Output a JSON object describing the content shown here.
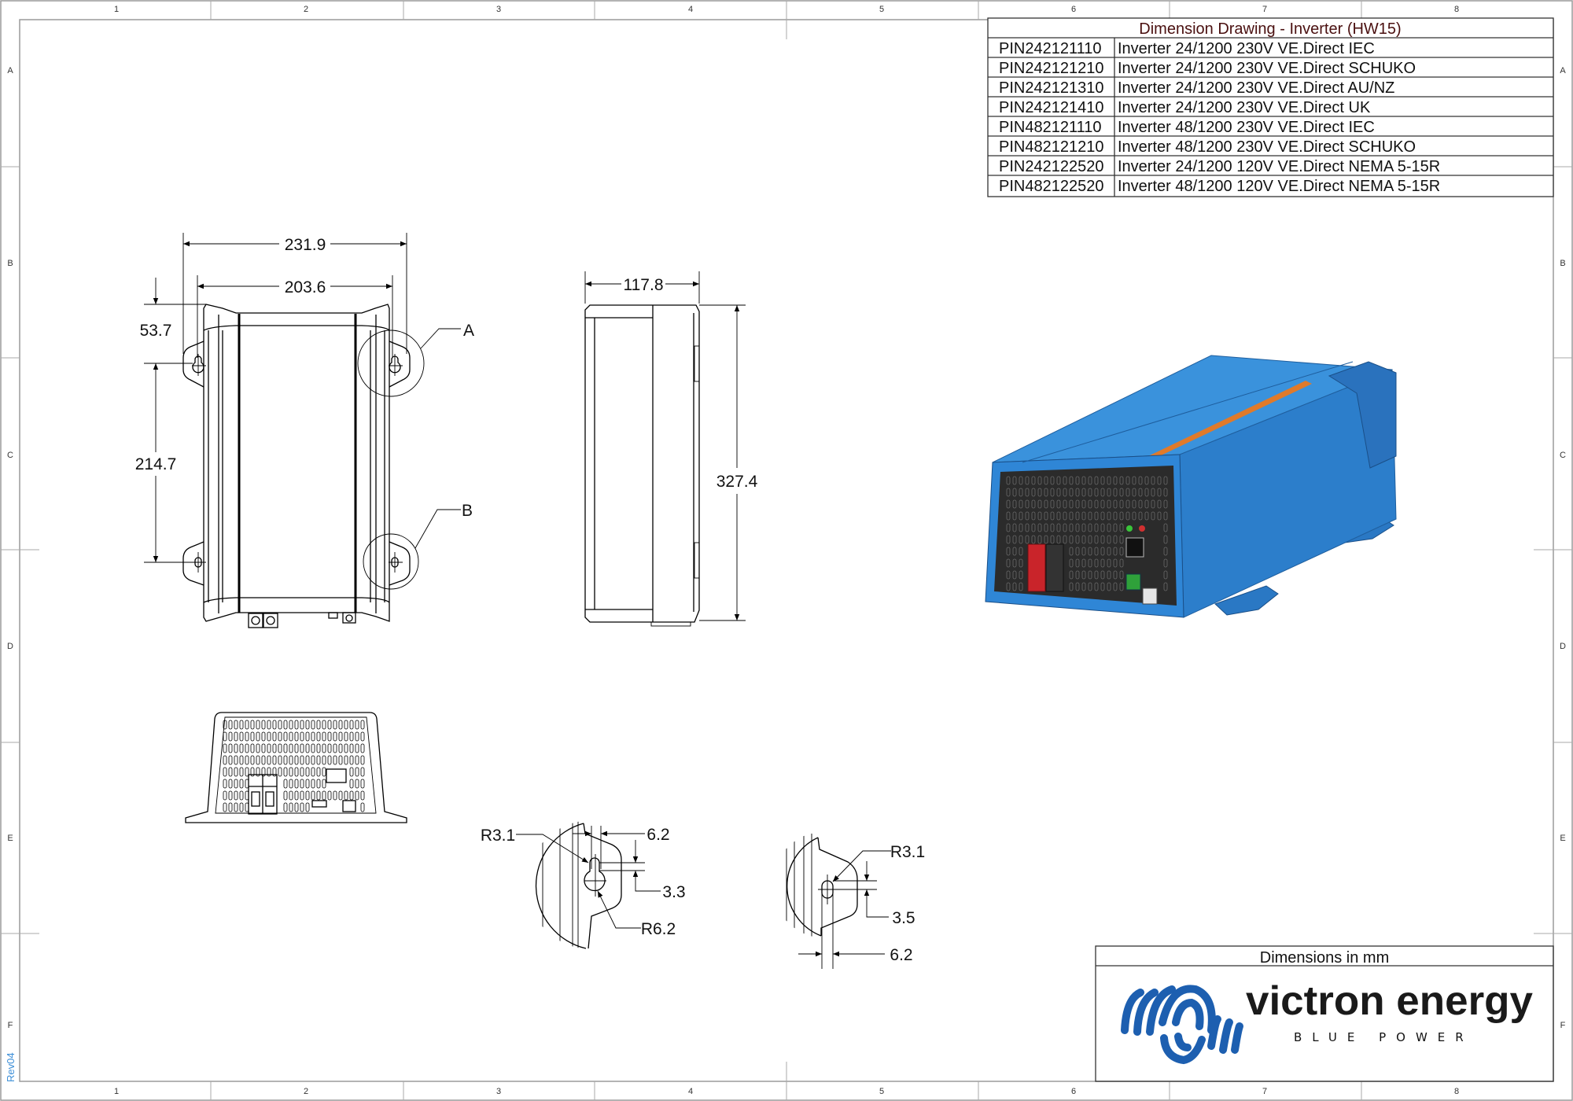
{
  "border": {
    "columns": [
      "1",
      "2",
      "3",
      "4",
      "5",
      "6",
      "7",
      "8"
    ],
    "rows": [
      "A",
      "B",
      "C",
      "D",
      "E",
      "F"
    ]
  },
  "title_table": {
    "title": "Dimension Drawing - Inverter (HW15)",
    "rows": [
      {
        "pin": "PIN242121110",
        "desc": "Inverter 24/1200 230V VE.Direct IEC"
      },
      {
        "pin": "PIN242121210",
        "desc": "Inverter 24/1200 230V VE.Direct SCHUKO"
      },
      {
        "pin": "PIN242121310",
        "desc": "Inverter 24/1200 230V VE.Direct AU/NZ"
      },
      {
        "pin": "PIN242121410",
        "desc": "Inverter 24/1200 230V VE.Direct UK"
      },
      {
        "pin": "PIN482121110",
        "desc": "Inverter 48/1200 230V VE.Direct IEC"
      },
      {
        "pin": "PIN482121210",
        "desc": "Inverter 48/1200 230V VE.Direct SCHUKO"
      },
      {
        "pin": "PIN242122520",
        "desc": "Inverter 24/1200 120V VE.Direct NEMA 5-15R"
      },
      {
        "pin": "PIN482122520",
        "desc": "Inverter 48/1200 120V VE.Direct NEMA 5-15R"
      }
    ]
  },
  "front_view": {
    "overall_width": "231.9",
    "hole_spacing_width": "203.6",
    "top_to_hole": "53.7",
    "hole_spacing_height": "214.7",
    "detail_a_label": "A",
    "detail_b_label": "B"
  },
  "side_view": {
    "depth": "117.8",
    "height": "327.4"
  },
  "detail_a": {
    "slot_radius": "R3.1",
    "slot_width": "6.2",
    "offset": "3.3",
    "hole_radius": "R6.2"
  },
  "detail_b": {
    "slot_radius": "R3.1",
    "offset": "3.5",
    "slot_width": "6.2"
  },
  "title_block": {
    "units": "Dimensions in mm",
    "logo_text": "victron energy",
    "logo_tagline": "BLUE POWER"
  },
  "revision": "Rev04",
  "colors": {
    "product_blue": "#2f86d6",
    "product_blue_dark": "#1f6bb8",
    "stripe_orange": "#e07a2a",
    "logo_blue": "#1d5fb0",
    "table_title": "#4a1010",
    "revision_text": "#3d8fd8"
  }
}
